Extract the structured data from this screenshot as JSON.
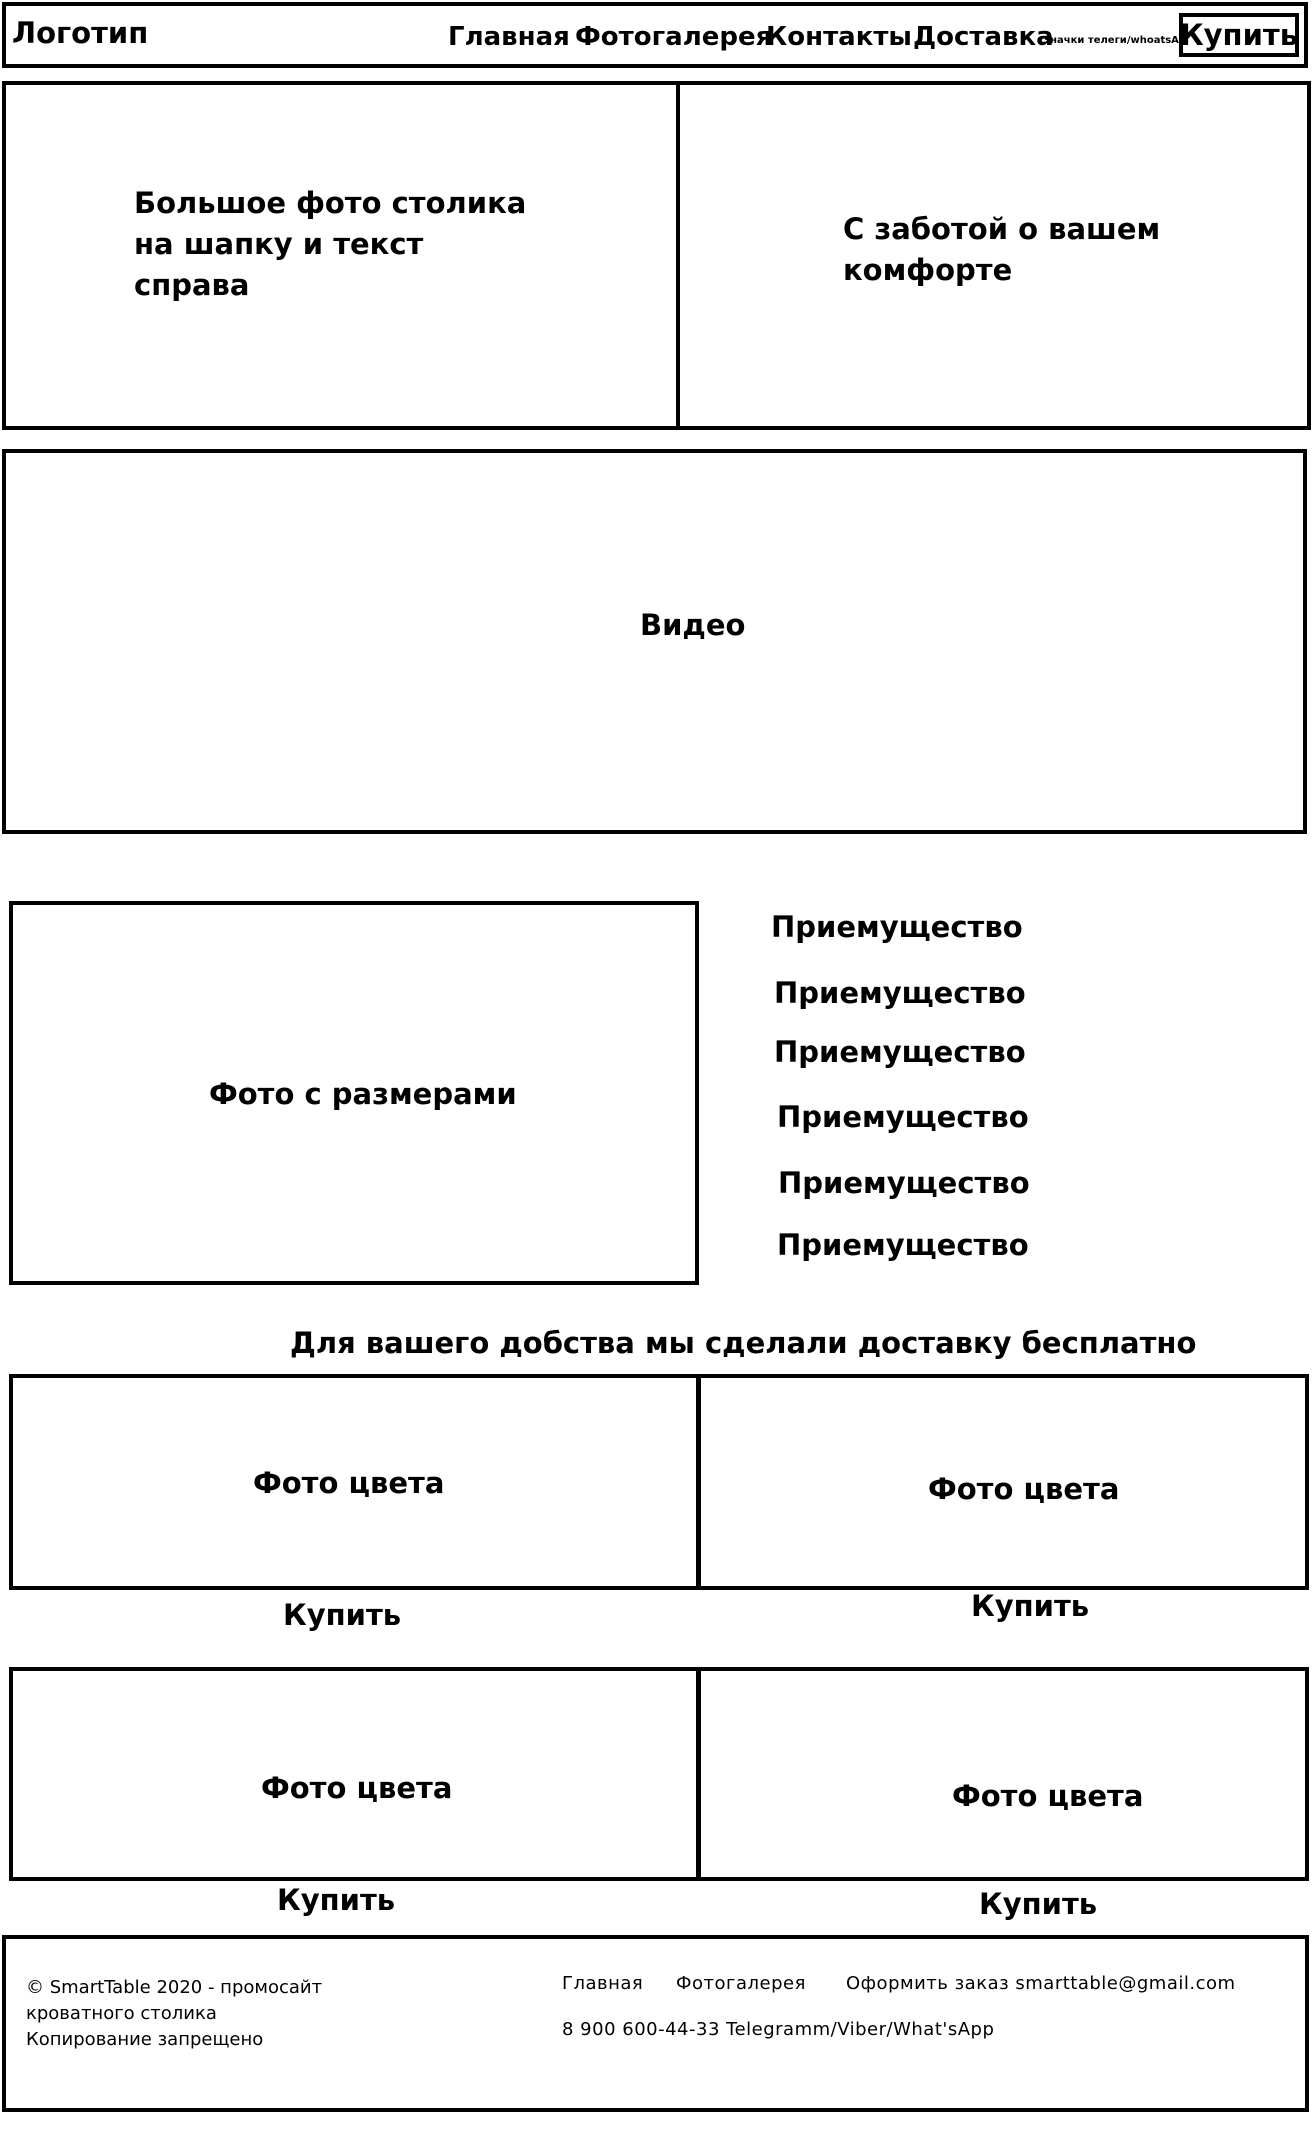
{
  "header": {
    "logo": "Логотип",
    "nav": [
      "Главная",
      "Фотогалерея",
      "Контакты",
      "Доставка"
    ],
    "messenger_note": "Значки телеги/whoatsApp",
    "buy_button": "Купить"
  },
  "hero": {
    "left_text": "Большое фото столика\nна шапку и текст\nсправа",
    "right_text": "С заботой о вашем\nкомфорте"
  },
  "video": {
    "label": "Видео"
  },
  "dimensions": {
    "label": "Фото с размерами"
  },
  "advantages": [
    "Приемущество",
    "Приемущество",
    "Приемущество",
    "Приемущество",
    "Приемущество",
    "Приемущество"
  ],
  "delivery_note": "Для вашего добства мы сделали доставку бесплатно",
  "colors": [
    {
      "label": "Фото цвета",
      "buy": "Купить"
    },
    {
      "label": "Фото цвета",
      "buy": "Купить"
    },
    {
      "label": "Фото цвета",
      "buy": "Купить"
    },
    {
      "label": "Фото цвета",
      "buy": "Купить"
    }
  ],
  "footer": {
    "copyright_line1": "© SmartTable 2020  - промосайт",
    "copyright_line2": "кроватного столика",
    "copyright_line3": "Копирование запрещено",
    "nav_home": "Главная",
    "nav_gallery": "Фотогалерея",
    "order_text": "Оформить заказ smarttable@gmail.com",
    "phone_line": "8 900 600-44-33 Telegramm/Viber/What'sApp"
  }
}
